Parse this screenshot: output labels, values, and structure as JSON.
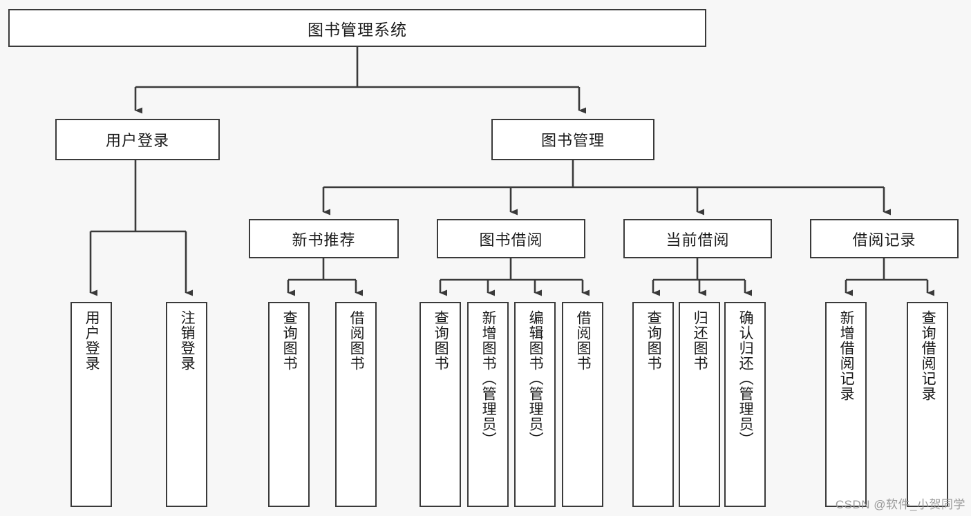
{
  "diagram": {
    "title": "图书管理系统",
    "type": "tree",
    "colors": {
      "background": "#f7f7f7",
      "node_fill": "#ffffff",
      "stroke": "#3a3a3a",
      "text": "#1b1b1b",
      "watermark": "#9b9b9b"
    },
    "root": {
      "label": "图书管理系统"
    },
    "level2": [
      {
        "label": "用户登录"
      },
      {
        "label": "图书管理"
      }
    ],
    "level3": [
      {
        "label": "新书推荐"
      },
      {
        "label": "图书借阅"
      },
      {
        "label": "当前借阅"
      },
      {
        "label": "借阅记录"
      }
    ],
    "leaves": {
      "user_login": [
        {
          "label": "用户登录"
        },
        {
          "label": "注销登录"
        }
      ],
      "new_book": [
        {
          "label": "查询图书"
        },
        {
          "label": "借阅图书"
        }
      ],
      "book_borrow": [
        {
          "label": "查询图书"
        },
        {
          "label": "新增图书（管理员）"
        },
        {
          "label": "编辑图书（管理员）"
        },
        {
          "label": "借阅图书"
        }
      ],
      "current_borrow": [
        {
          "label": "查询图书"
        },
        {
          "label": "归还图书"
        },
        {
          "label": "确认归还（管理员）"
        }
      ],
      "borrow_record": [
        {
          "label": "新增借阅记录"
        },
        {
          "label": "查询借阅记录"
        }
      ]
    },
    "watermark": "CSDN @软件_小贺同学"
  }
}
